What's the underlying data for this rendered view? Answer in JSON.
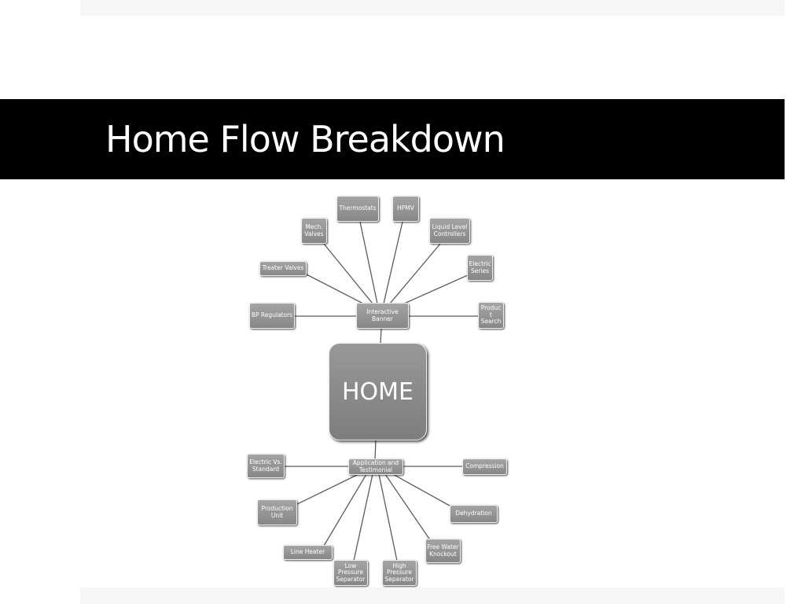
{
  "slide": {
    "title": "Home Flow Breakdown"
  },
  "diagram": {
    "home": "HOME",
    "upper_hub": "Interactive\nBanner",
    "lower_hub": "Application and\nTestimonial",
    "upper_nodes": {
      "thermostats": "Thermostats",
      "hpmv": "HPMV",
      "mech_valves": "Mech.\nValves",
      "liquid_level": "Liquid Level\nControllers",
      "treater_valves": "Treater Valves",
      "electric_series": "Electric\nSeries",
      "bp_regulators": "BP Regulators",
      "product_search": "Produc\nt\nSearch"
    },
    "lower_nodes": {
      "electric_vs_standard": "Electric Vs.\nStandard",
      "compression": "Compression",
      "production_unit": "Production\nUnit",
      "dehydration": "Dehydration",
      "free_water_knockout": "Free Water\nKnockout",
      "line_heater": "Line Heater",
      "low_pressure_separator": "Low\nPressure\nSeparator",
      "high_pressure_separator": "High\nPressure\nSeparator"
    }
  }
}
